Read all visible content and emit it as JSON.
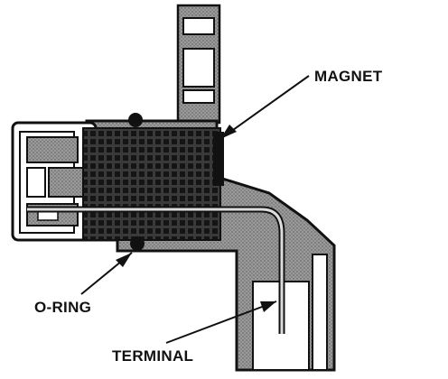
{
  "labels": {
    "magnet": "MAGNET",
    "o_ring": "O-RING",
    "terminal": "TERMINAL"
  },
  "colors": {
    "ink": "#111111",
    "body_fill": "#8c8c8c",
    "coil_fill": "#2a2a2a",
    "background": "#ffffff"
  }
}
